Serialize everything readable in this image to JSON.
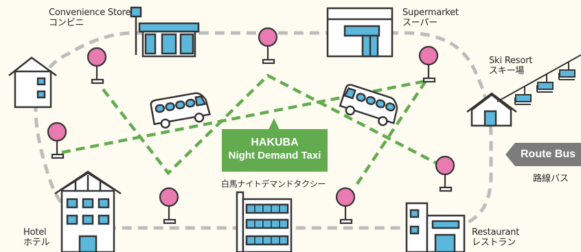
{
  "places": {
    "convenience": {
      "en": "Convenience Store",
      "jp": "コンビニ"
    },
    "supermarket": {
      "en": "Supermarket",
      "jp": "スーパー"
    },
    "ski": {
      "en": "Ski Resort",
      "jp": "スキー場"
    },
    "hotel": {
      "en": "Hotel",
      "jp": "ホテル"
    },
    "restaurant": {
      "en": "Restaurant",
      "jp": "レストラン"
    }
  },
  "taxi": {
    "line1": "HAKUBA",
    "line2": "Night Demand Taxi",
    "jp": "白馬ナイトデマンドタクシー"
  },
  "route_bus": {
    "en": "Route Bus",
    "jp": "路線バス"
  },
  "colors": {
    "taxi_green": "#62ab4f",
    "route_gray": "#bcbcbc",
    "stop_pink": "#e97bb0",
    "window_blue": "#5bb8dc",
    "outline": "#333333"
  }
}
